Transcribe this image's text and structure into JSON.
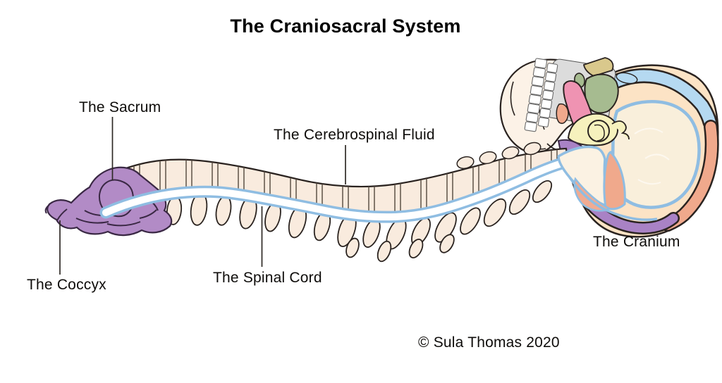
{
  "title": "The Craniosacral System",
  "labels": {
    "sacrum": "The Sacrum",
    "cerebrospinal_fluid": "The Cerebrospinal Fluid",
    "cranium": "The Cranium",
    "coccyx": "The Coccyx",
    "spinal_cord": "The Spinal Cord"
  },
  "copyright": "© Sula Thomas 2020",
  "colors": {
    "bone_cream": "#f9ebde",
    "bone_cream_light": "#fcf2e7",
    "sacrum_purple": "#b28bc6",
    "csf_blue": "#8fbde2",
    "cranium_peach": "#fce3c5",
    "brain_cream": "#f9efdb",
    "frontal_blue": "#b5d9f1",
    "parietal_salmon": "#f0a98c",
    "occipital_purple": "#a982c5",
    "sphenoid_green": "#a6bb90",
    "facial_pink": "#ef93b2",
    "temporal_yellow": "#f6f1bd",
    "maxilla_gray": "#dcdcdc",
    "ethmoid_khaki": "#d9c88c",
    "outline_dark": "#2a2320"
  }
}
